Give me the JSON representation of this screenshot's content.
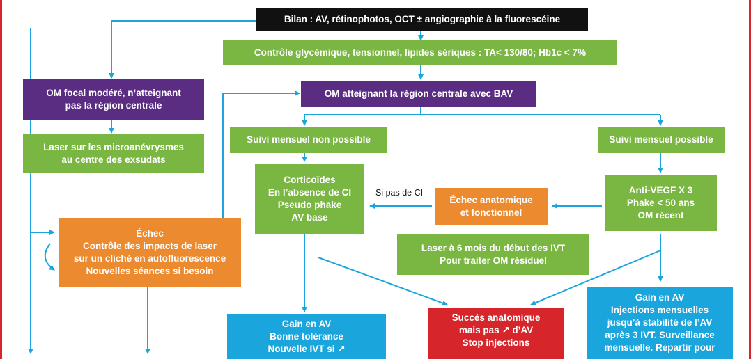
{
  "nodes": {
    "bilan": [
      "Bilan : AV, rétinophotos, OCT ± angiographie à la fluorescéine"
    ],
    "controle": [
      "Contrôle glycémique, tensionnel, lipides sériques : TA< 130/80; Hb1c < 7%"
    ],
    "om_focal": [
      "OM focal modéré, n’atteignant",
      "pas la région centrale"
    ],
    "om_central": [
      "OM atteignant la région centrale avec BAV"
    ],
    "laser_micro": [
      "Laser sur les microanévrysmes",
      "au centre des exsudats"
    ],
    "suivi_non": [
      "Suivi mensuel non possible"
    ],
    "suivi_oui": [
      "Suivi mensuel possible"
    ],
    "corticoides": [
      "Corticoïdes",
      "En l’absence de CI",
      "Pseudo phake",
      "AV base"
    ],
    "echec_anat": [
      "Échec anatomique",
      "et fonctionnel"
    ],
    "anti_vegf": [
      "Anti-VEGF X 3",
      "Phake < 50 ans",
      "OM récent"
    ],
    "echec_laser": [
      "Échec",
      "Contrôle des impacts de laser",
      "sur un cliché en autofluorescence",
      "Nouvelles séances si besoin"
    ],
    "laser_6mois": [
      "Laser à 6 mois du début des IVT",
      "Pour traiter OM résiduel"
    ],
    "gain_bonne": [
      "Gain en AV",
      "Bonne tolérance",
      "Nouvelle IVT si ↗"
    ],
    "succes": [
      "Succès anatomique",
      "mais pas ↗ d’AV",
      "Stop injections"
    ],
    "gain_inj": [
      "Gain en AV",
      "Injections mensuelles",
      "jusqu’à stabilité de l’AV",
      "après 3 IVT. Surveillance",
      "mensuelle. Repartir pour"
    ]
  },
  "edge_labels": {
    "si_pas_ci": "Si pas de CI"
  },
  "colors": {
    "black": "#111111",
    "green": "#7ab642",
    "purple": "#5a2d82",
    "orange": "#ec8a2f",
    "blue": "#1aa5dc",
    "red": "#d6262b",
    "connector": "#1aa5dc"
  }
}
